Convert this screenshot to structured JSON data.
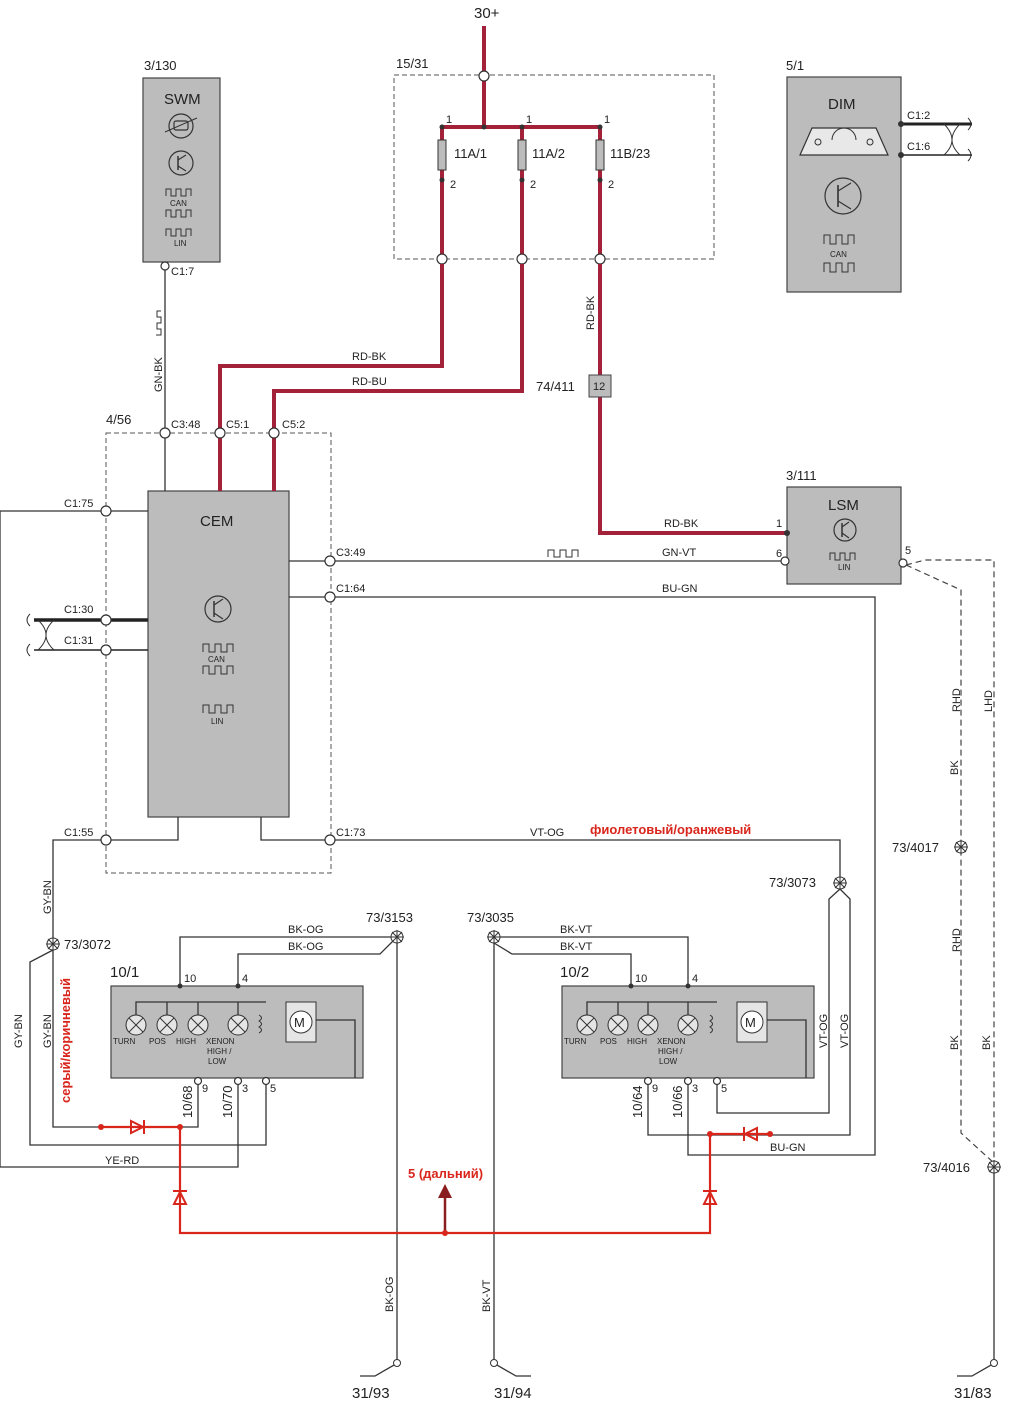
{
  "supply": {
    "top": "30+"
  },
  "fusebox": {
    "ref": "15/31",
    "fuses": [
      "11A/1",
      "11A/2",
      "11B/23"
    ],
    "pin_in": "1",
    "pin_out": "2"
  },
  "swm": {
    "ref": "3/130",
    "name": "SWM",
    "can": "CAN",
    "lin": "LIN",
    "pin": "C1:7",
    "wire": "GN-BK"
  },
  "dim": {
    "ref": "5/1",
    "name": "DIM",
    "can": "CAN",
    "pins": [
      "C1:2",
      "C1:6"
    ]
  },
  "cem": {
    "ref": "4/56",
    "name": "CEM",
    "can": "CAN",
    "lin": "LIN",
    "pins": {
      "c3_48": "C3:48",
      "c5_1": "C5:1",
      "c5_2": "C5:2",
      "c1_75": "C1:75",
      "c1_30": "C1:30",
      "c1_31": "C1:31",
      "c3_49": "C3:49",
      "c1_64": "C1:64",
      "c1_55": "C1:55",
      "c1_73": "C1:73"
    }
  },
  "lsm": {
    "ref": "3/111",
    "name": "LSM",
    "lin": "LIN",
    "pins": [
      "1",
      "6",
      "5"
    ]
  },
  "connector": {
    "ref": "74/411",
    "pin": "12"
  },
  "wires": {
    "rd_bk": "RD-BK",
    "rd_bu": "RD-BU",
    "gn_vt": "GN-VT",
    "bu_gn": "BU-GN",
    "vt_og": "VT-OG",
    "gy_bn": "GY-BN",
    "ye_rd": "YE-RD",
    "bk_og": "BK-OG",
    "bk_vt": "BK-VT",
    "bk": "BK",
    "rhd": "RHD",
    "lhd": "LHD"
  },
  "splices": {
    "s3072": "73/3072",
    "s3153": "73/3153",
    "s3035": "73/3035",
    "s3073": "73/3073",
    "s4017": "73/4017",
    "s4016": "73/4016"
  },
  "headlamp_left": {
    "ref": "10/1",
    "bulbs": [
      "TURN",
      "POS",
      "HIGH"
    ],
    "xenon": [
      "XENON",
      "HIGH /",
      "LOW"
    ],
    "pins": [
      "10",
      "4",
      "9",
      "3",
      "5"
    ],
    "conn": [
      "10/68",
      "10/70"
    ]
  },
  "headlamp_right": {
    "ref": "10/2",
    "bulbs": [
      "TURN",
      "POS",
      "HIGH"
    ],
    "xenon": [
      "XENON",
      "HIGH /",
      "LOW"
    ],
    "pins": [
      "10",
      "4",
      "9",
      "3",
      "5"
    ],
    "conn": [
      "10/64",
      "10/66"
    ]
  },
  "grounds": [
    "31/93",
    "31/94",
    "31/83"
  ],
  "notes": {
    "violet_orange": "фиолетовый/оранжевый",
    "grey_brown": "серый/коричневый",
    "high_beam": "5 (дальний)"
  }
}
